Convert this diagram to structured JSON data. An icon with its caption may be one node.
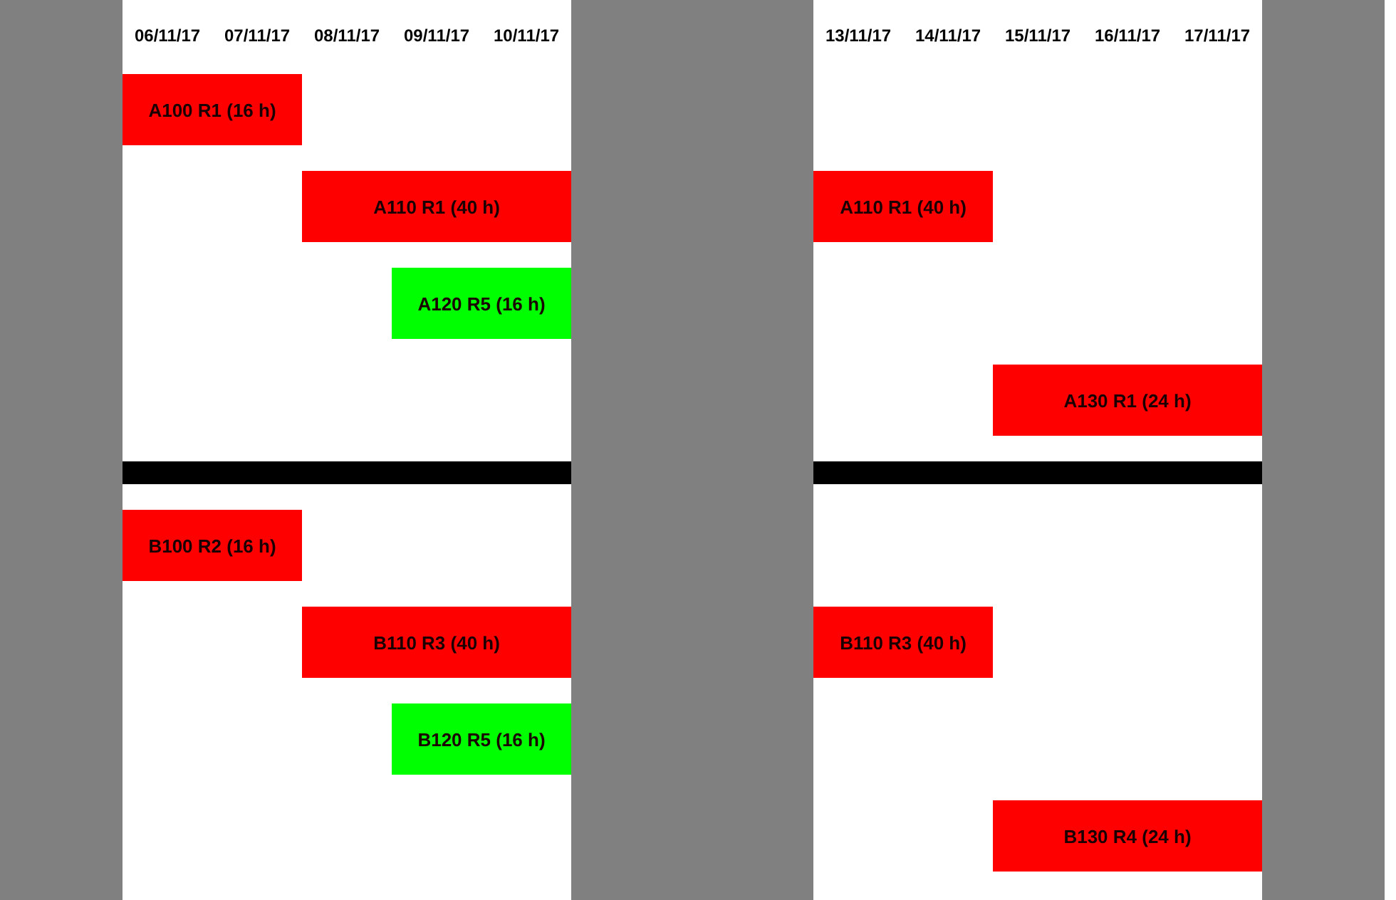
{
  "diagram": {
    "nodes": [
      {
        "text": [
          "A100 R1 (16 h)"
        ]
      },
      {
        "text": [
          "A110 R1 (40 h)"
        ]
      },
      {
        "text": [
          "A110 R1 (40 h)"
        ]
      },
      {
        "text": [
          "A120 R5 (16 h)"
        ]
      },
      {
        "text": [
          "A130 R1 (24 h)"
        ]
      },
      {
        "text": [
          "B100 R2 (16 h)"
        ]
      },
      {
        "text": [
          "B110 R3 (40 h)"
        ]
      },
      {
        "text": [
          "B110 R3 (40 h)"
        ]
      },
      {
        "text": [
          "B120 R5 (16 h)"
        ]
      },
      {
        "text": [
          "B130 R4 (24 h)"
        ]
      },
      {
        "text": [],
        "shape": "band"
      },
      {
        "text": [],
        "shape": "band"
      },
      {
        "text": [],
        "shape": "band"
      },
      {
        "text": [],
        "shape": "bar"
      },
      {
        "text": [],
        "shape": "bar"
      }
    ],
    "labels": [
      "06/11/17",
      "07/11/17",
      "08/11/17",
      "09/11/17",
      "10/11/17",
      "13/11/17",
      "14/11/17",
      "15/11/17",
      "16/11/17",
      "17/11/17"
    ]
  }
}
